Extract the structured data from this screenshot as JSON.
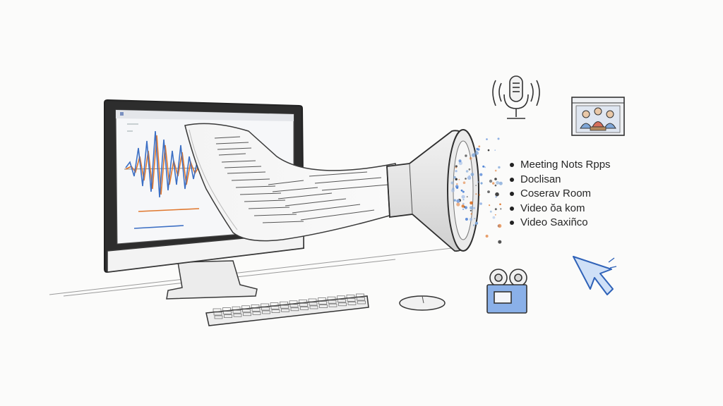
{
  "feature_list": [
    "Meeting Nots Rpps",
    "Doclisan",
    "Coserav Room",
    "Video ŏa kom",
    "Video Saxiñco"
  ],
  "icons": [
    "computer-monitor-icon",
    "keyboard-icon",
    "mouse-icon",
    "megaphone-icon",
    "microphone-icon",
    "video-conference-icon",
    "video-camera-icon",
    "cursor-arrow-icon"
  ],
  "colors": {
    "sketch_line": "#3a3a3a",
    "wave_blue": "#3c6fc4",
    "wave_orange": "#e0782e",
    "accent_blue": "#4a7fd4",
    "camera_fill": "#8ab0e8",
    "background": "#fbfbfa"
  }
}
